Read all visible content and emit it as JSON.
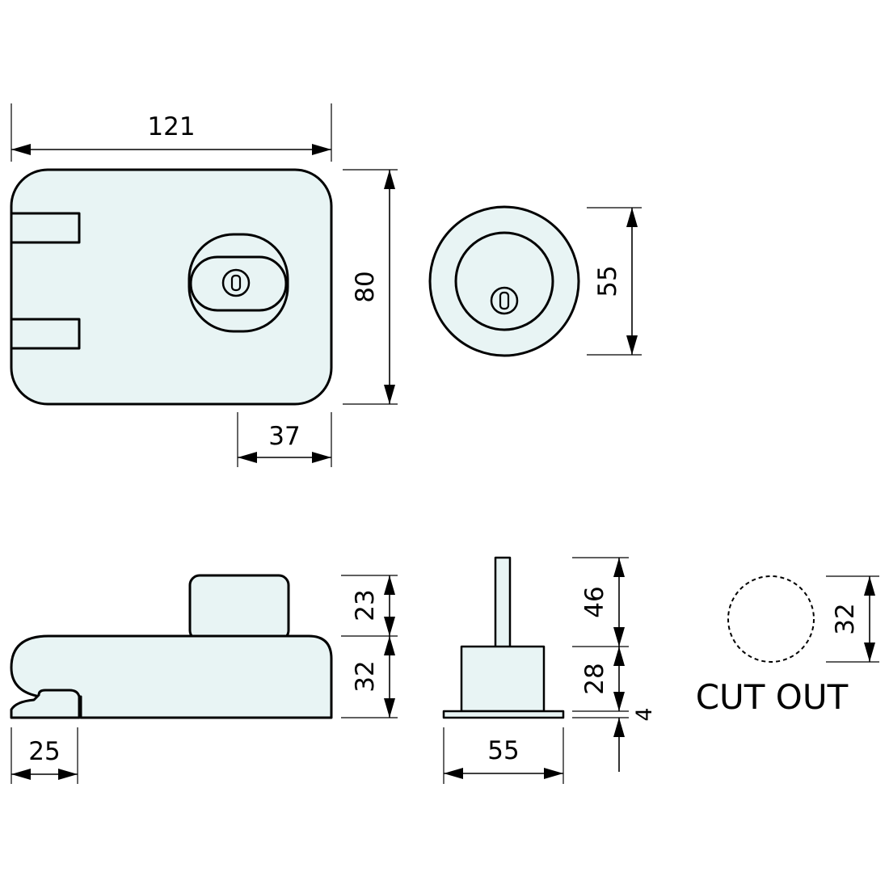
{
  "dimensions": {
    "lock_width": "121",
    "lock_height": "80",
    "keyhole_offset": "37",
    "cylinder_diameter": "55",
    "knob_height": "23",
    "body_depth": "32",
    "hook_width": "25",
    "spindle_length": "46",
    "cylinder_length": "28",
    "plate_thickness": "4",
    "plate_width": "55",
    "cutout_diameter": "32"
  },
  "labels": {
    "cutout": "CUT OUT"
  },
  "colors": {
    "part_fill": "#e8f4f4",
    "line": "#000000"
  }
}
